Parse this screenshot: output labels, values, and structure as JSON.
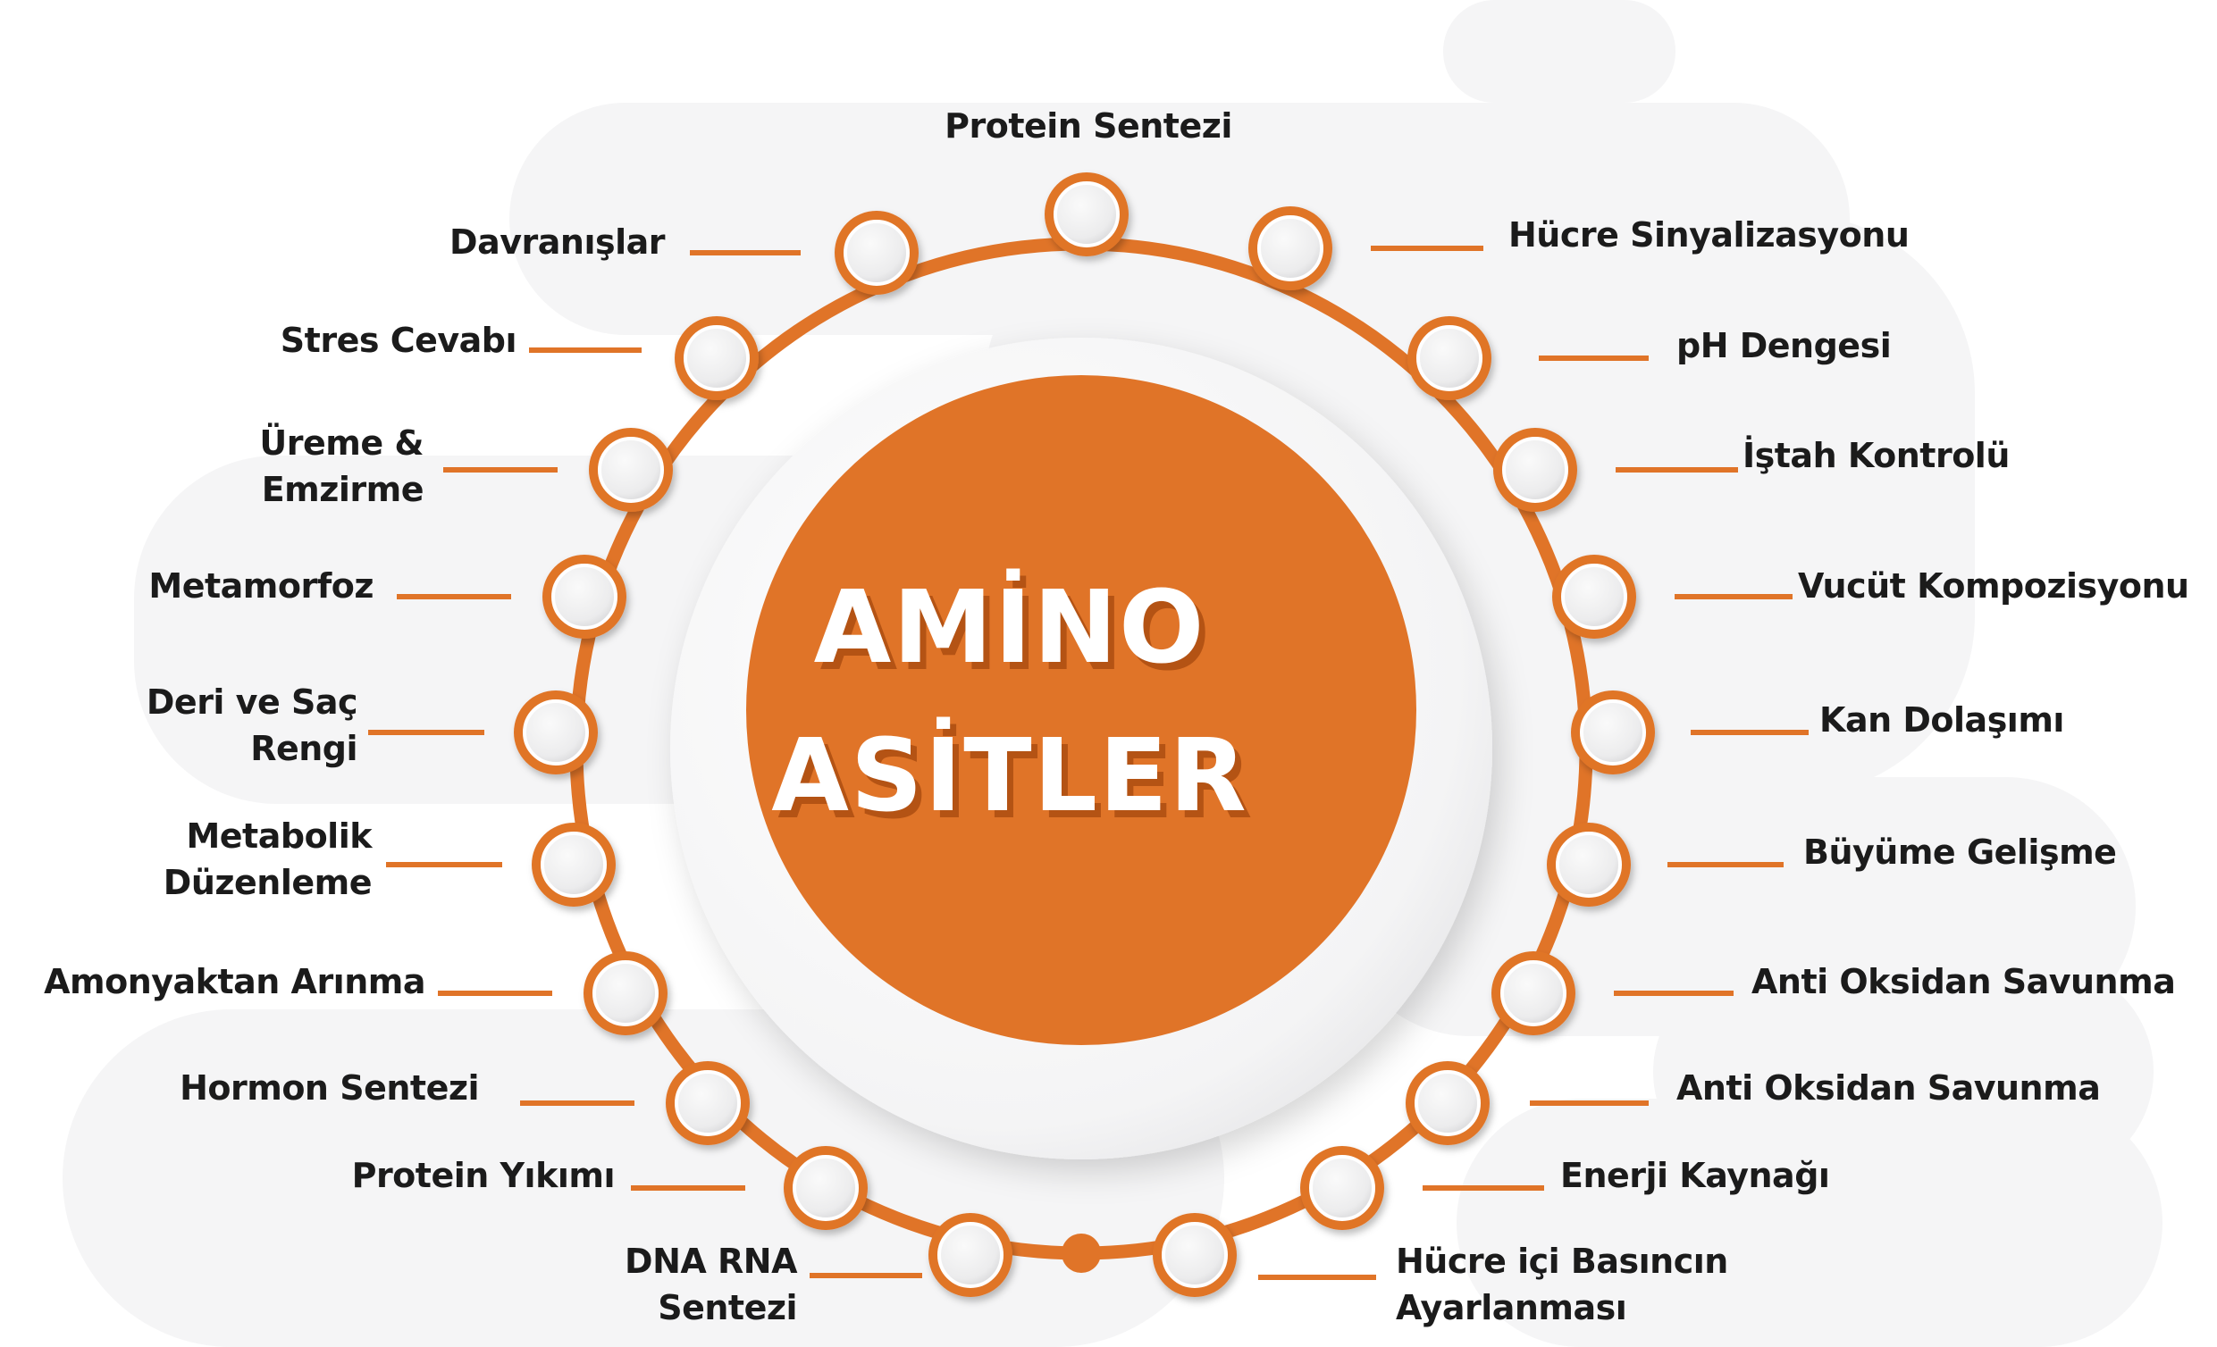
{
  "center": {
    "line1": "AMİNO",
    "line2": "ASİTLER"
  },
  "colors": {
    "accent": "#e07428",
    "accent_shadow": "#b45314",
    "node_fill": "#e9e9ea",
    "background_blob": "#f5f5f6",
    "text": "#1b1b1b"
  },
  "functions": [
    {
      "lines": [
        "Protein Sentezi"
      ]
    },
    {
      "lines": [
        "Hücre Sinyalizasyonu"
      ]
    },
    {
      "lines": [
        "pH Dengesi"
      ]
    },
    {
      "lines": [
        "İştah Kontrolü"
      ]
    },
    {
      "lines": [
        "Vucüt Kompozisyonu"
      ]
    },
    {
      "lines": [
        "Kan Dolaşımı"
      ]
    },
    {
      "lines": [
        "Büyüme Gelişme"
      ]
    },
    {
      "lines": [
        "Anti Oksidan Savunma"
      ]
    },
    {
      "lines": [
        "Anti Oksidan Savunma"
      ]
    },
    {
      "lines": [
        "Enerji Kaynağı"
      ]
    },
    {
      "lines": [
        "Hücre içi Basıncın",
        "Ayarlanması"
      ]
    },
    {
      "lines": [
        "DNA RNA",
        "Sentezi"
      ]
    },
    {
      "lines": [
        "Protein Yıkımı"
      ]
    },
    {
      "lines": [
        "Hormon Sentezi"
      ]
    },
    {
      "lines": [
        "Amonyaktan Arınma"
      ]
    },
    {
      "lines": [
        "Metabolik",
        "Düzenleme"
      ]
    },
    {
      "lines": [
        "Deri ve Saç",
        "Rengi"
      ]
    },
    {
      "lines": [
        "Metamorfoz"
      ]
    },
    {
      "lines": [
        "Üreme &",
        "Emzirme"
      ]
    },
    {
      "lines": [
        "Stres Cevabı"
      ]
    },
    {
      "lines": [
        "Davranışlar"
      ]
    }
  ]
}
